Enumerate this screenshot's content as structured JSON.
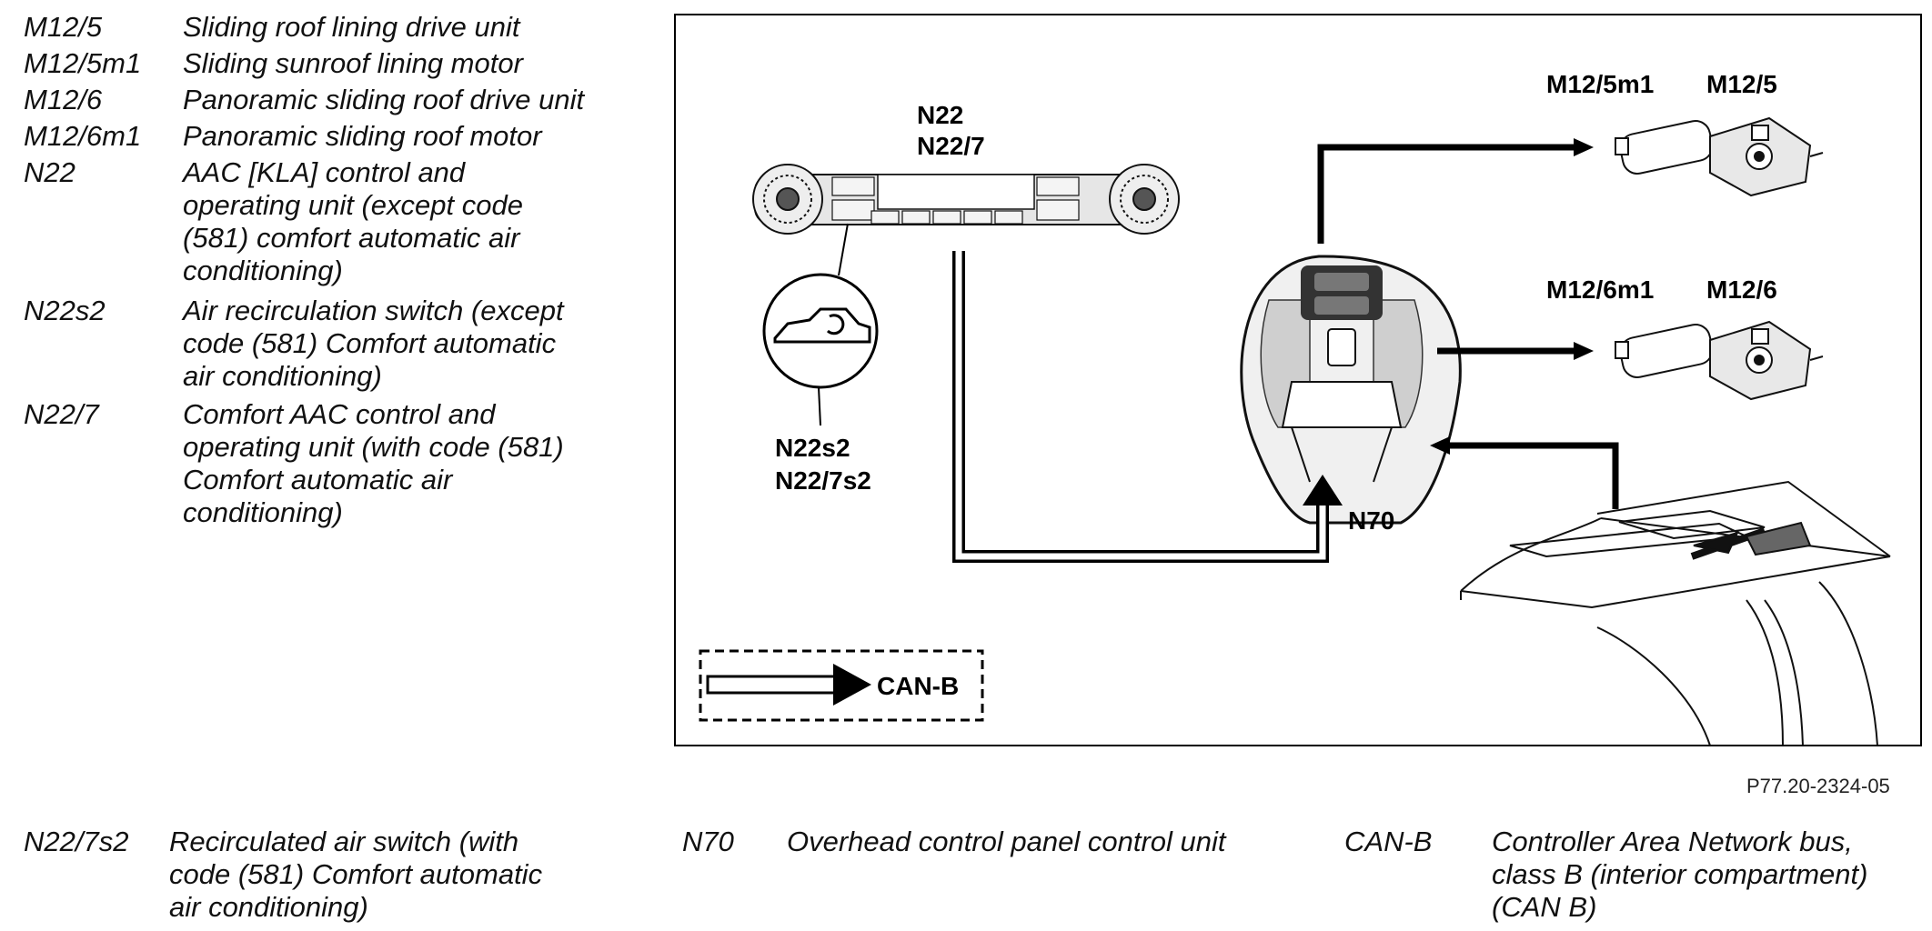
{
  "legend_top": [
    {
      "code": "M12/5",
      "desc": [
        "Sliding roof lining drive unit"
      ]
    },
    {
      "code": "M12/5m1",
      "desc": [
        "Sliding sunroof lining motor"
      ]
    },
    {
      "code": "M12/6",
      "desc": [
        "Panoramic sliding roof drive unit"
      ]
    },
    {
      "code": "M12/6m1",
      "desc": [
        "Panoramic sliding roof motor"
      ]
    },
    {
      "code": "N22",
      "desc": [
        "AAC [KLA] control and",
        "operating unit (except code",
        "(581) comfort automatic air",
        "conditioning)"
      ]
    },
    {
      "code": "N22s2",
      "desc": [
        "Air recirculation switch (except",
        "code (581) Comfort automatic",
        "air conditioning)"
      ]
    },
    {
      "code": "N22/7",
      "desc": [
        "Comfort AAC control and",
        "operating unit (with code (581)",
        "Comfort automatic air",
        "conditioning)"
      ]
    }
  ],
  "legend_bottom": [
    {
      "code": "N22/7s2",
      "desc": [
        "Recirculated air switch (with",
        "code (581) Comfort automatic",
        "air conditioning)"
      ]
    },
    {
      "code": "N70",
      "desc": [
        "Overhead control panel control unit"
      ]
    },
    {
      "code": "CAN-B",
      "desc": [
        "Controller Area Network bus,",
        "class B (interior compartment)",
        "(CAN B)"
      ]
    }
  ],
  "diagram": {
    "labels": {
      "m12_5m1": "M12/5m1",
      "m12_5": "M12/5",
      "m12_6m1": "M12/6m1",
      "m12_6": "M12/6",
      "n22": "N22",
      "n22_7": "N22/7",
      "n22s2": "N22s2",
      "n22_7s2": "N22/7s2",
      "n70": "N70",
      "can_b": "CAN-B"
    }
  },
  "reference": "P77.20-2324-05"
}
